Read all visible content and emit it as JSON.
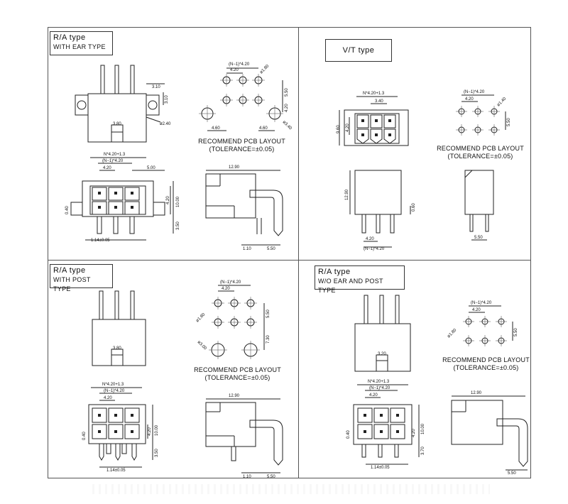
{
  "panels": {
    "tl": {
      "title_line1": "R/A  type",
      "title_line2": "WITH EAR TYPE",
      "dims": {
        "d310": "3.10",
        "d310v": "3.10",
        "d380": "3.80",
        "d240": "ø2.40",
        "pitch_formula": "(N−1)*4.20",
        "d420": "4.20",
        "d180": "ø1.80",
        "d550": "5.50",
        "d420v": "4.20",
        "d460a": "4.60",
        "d460b": "4.60",
        "d340": "ø3.40",
        "n_formula": "N*4.20+1.3",
        "n1_formula": "(N−1)*4.20",
        "d420b": "4.20",
        "d500": "5.00",
        "d040": "0.40",
        "d420c": "4.20",
        "d1000": "10.00",
        "d350": "3.50",
        "d114": "1.14±0.05",
        "d1290": "12.90",
        "d110": "1.10",
        "d550b": "5.50"
      },
      "pcb_line1": "RECOMMEND PCB LAYOUT",
      "pcb_line2": "(TOLERANCE=±0.05)"
    },
    "tr": {
      "title": "V/T  type",
      "dims": {
        "n_formula": "N*4.20+1.3",
        "d340": "3.40",
        "d960": "9.60",
        "d420": "4.20",
        "pitch_formula": "(N−1)*4.20",
        "d420b": "4.20",
        "d140": "ø1.40",
        "d550": "5.50",
        "d1290": "12.90",
        "d060": "0.60",
        "d420c": "4.20",
        "n1_formula": "(N−1)*4.20",
        "d550b": "5.50"
      },
      "pcb_line1": "RECOMMEND PCB LAYOUT",
      "pcb_line2": "(TOLERANCE=±0.05)"
    },
    "bl": {
      "title_line1": "R/A  type",
      "title_line2": "WITH POST TYPE",
      "dims": {
        "d380": "3.80",
        "pitch_formula": "(N−1)*4.20",
        "d420": "4.20",
        "d180": "ø1.80",
        "d550": "5.50",
        "d300": "ø3.00",
        "d730": "7.30",
        "n_formula": "N*4.20+1.3",
        "n1_formula": "(N−1)*4.20",
        "d420b": "4.20",
        "d040": "0.40",
        "d420c": "4.20",
        "d1000": "10.00",
        "d350": "3.50",
        "d114": "1.14±0.05",
        "d1290": "12.90",
        "d110": "1.10",
        "d550b": "5.50"
      },
      "pcb_line1": "RECOMMEND PCB LAYOUT",
      "pcb_line2": "(TOLERANCE=±0.05)"
    },
    "br": {
      "title_line1": "R/A  type",
      "title_line2": "W/O EAR AND POST TYPE",
      "dims": {
        "d320": "3.20",
        "pitch_formula": "(N−1)*4.20",
        "d420": "4.20",
        "d180": "ø1.80",
        "d550": "5.50",
        "n_formula": "N*4.20+1.3",
        "n1_formula": "(N−1)*4.20",
        "d420b": "4.20",
        "d040": "0.40",
        "d420c": "4.20",
        "d1000": "10.00",
        "d370": "3.70",
        "d114": "1.14±0.05",
        "d1290": "12.90",
        "d550b": "5.50"
      },
      "pcb_line1": "RECOMMEND PCB LAYOUT",
      "pcb_line2": "(TOLERANCE=±0.05)"
    }
  }
}
